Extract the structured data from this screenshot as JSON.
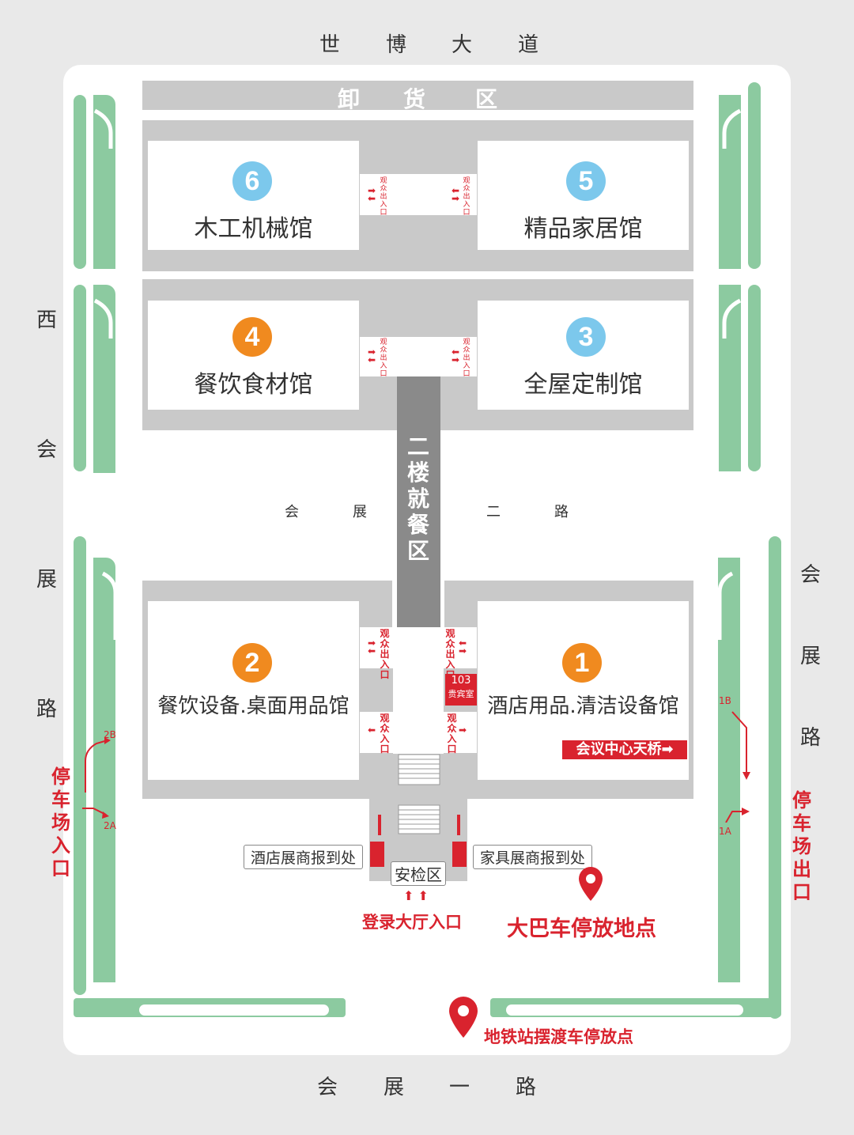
{
  "roads": {
    "top": [
      "世",
      "博",
      "大",
      "道"
    ],
    "bottom": [
      "会",
      "展",
      "一",
      "路"
    ],
    "left": [
      "西",
      "会",
      "展",
      "路"
    ],
    "right": [
      "会",
      "展",
      "路"
    ],
    "middle": [
      "会",
      "展",
      "二",
      "路"
    ]
  },
  "unloading_area": [
    "卸",
    "货",
    "区"
  ],
  "dining_area": "二楼就餐区",
  "halls": [
    {
      "number": "6",
      "name": "木工机械馆",
      "color": "#7cc8ec"
    },
    {
      "number": "5",
      "name": "精品家居馆",
      "color": "#7cc8ec"
    },
    {
      "number": "4",
      "name": "餐饮食材馆",
      "color": "#f08a1f"
    },
    {
      "number": "3",
      "name": "全屋定制馆",
      "color": "#7cc8ec"
    },
    {
      "number": "2",
      "name": "餐饮设备.桌面用品馆",
      "color": "#f08a1f"
    },
    {
      "number": "1",
      "name": "酒店用品.清洁设备馆",
      "color": "#f08a1f"
    }
  ],
  "door_label": "观众出入口",
  "door_label_entrance": "观众入口",
  "vip_room": {
    "number": "103",
    "name": "贵宾室"
  },
  "skybridge": "会议中心天桥➡",
  "registration": {
    "hotel": "酒店展商报到处",
    "furniture": "家具展商报到处"
  },
  "security": "安检区",
  "lobby_entrance": "登录大厅入口",
  "bus_parking": "大巴车停放地点",
  "metro_shuttle": "地铁站摆渡车停放点",
  "parking_entrance": "停车场入口",
  "parking_exit": "停车场出口",
  "gates": {
    "g2b": "2B",
    "g2a": "2A",
    "g1b": "1B",
    "g1a": "1A"
  },
  "colors": {
    "green": "#8ccaa0",
    "red": "#d9232e",
    "gray": "#c9c9c9",
    "dark_gray": "#8a8a8a",
    "blue": "#7cc8ec",
    "orange": "#f08a1f"
  }
}
